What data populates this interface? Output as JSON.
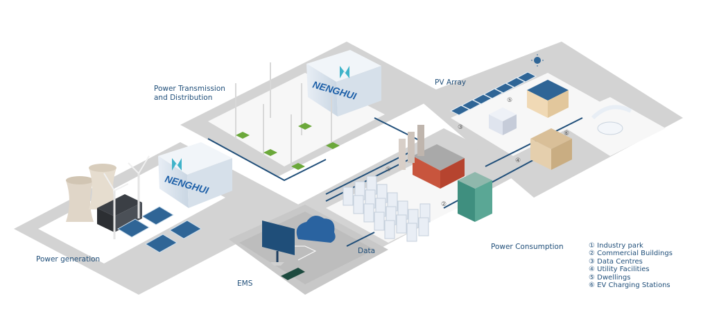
{
  "labels": {
    "power_transmission": "Power Transmission\nand Distribution",
    "power_transmission_line1": "Power Transmission",
    "power_transmission_line2": "and Distribution",
    "pv_array": "PV Array",
    "power_generation": "Power generation",
    "ems": "EMS",
    "data": "Data",
    "power_consumption": "Power Consumption"
  },
  "brand": {
    "container_text": "NENGHUI",
    "accent_color": "#1c5fa8",
    "logo_color": "#3fb3c9"
  },
  "legend": [
    {
      "marker": "①",
      "text": "Industry park"
    },
    {
      "marker": "②",
      "text": "Commercial Buildings"
    },
    {
      "marker": "③",
      "text": "Data Centres"
    },
    {
      "marker": "④",
      "text": "Utility Facilities"
    },
    {
      "marker": "⑤",
      "text": "Dwellings"
    },
    {
      "marker": "⑥",
      "text": "EV Charging Stations"
    }
  ],
  "markers": [
    "①",
    "②",
    "③",
    "④",
    "⑤",
    "⑥"
  ],
  "colors": {
    "road": "#cfcfcf",
    "plot": "#ffffff",
    "line": "#1f4e79",
    "text": "#1f4e79"
  }
}
